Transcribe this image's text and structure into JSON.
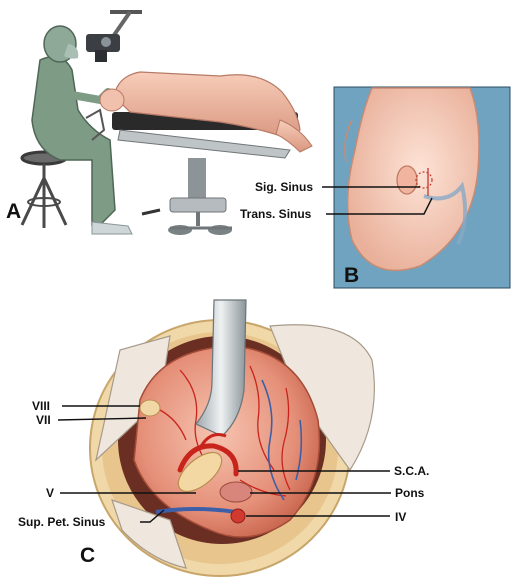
{
  "panels": {
    "a": "A",
    "b": "B",
    "c": "C"
  },
  "labels": {
    "sig_sinus": "Sig. Sinus",
    "trans_sinus": "Trans. Sinus",
    "viii": "VIII",
    "vii": "VII",
    "v": "V",
    "sup_pet_sinus": "Sup. Pet. Sinus",
    "sca": "S.C.A.",
    "pons": "Pons",
    "iv": "IV"
  },
  "colors": {
    "panel_b_background": "#6fa3bf",
    "skin": "#f2c3b0",
    "cerebellum": "#e79a84",
    "vessel_red": "#c8241c",
    "vessel_blue": "#3d5fa8"
  }
}
